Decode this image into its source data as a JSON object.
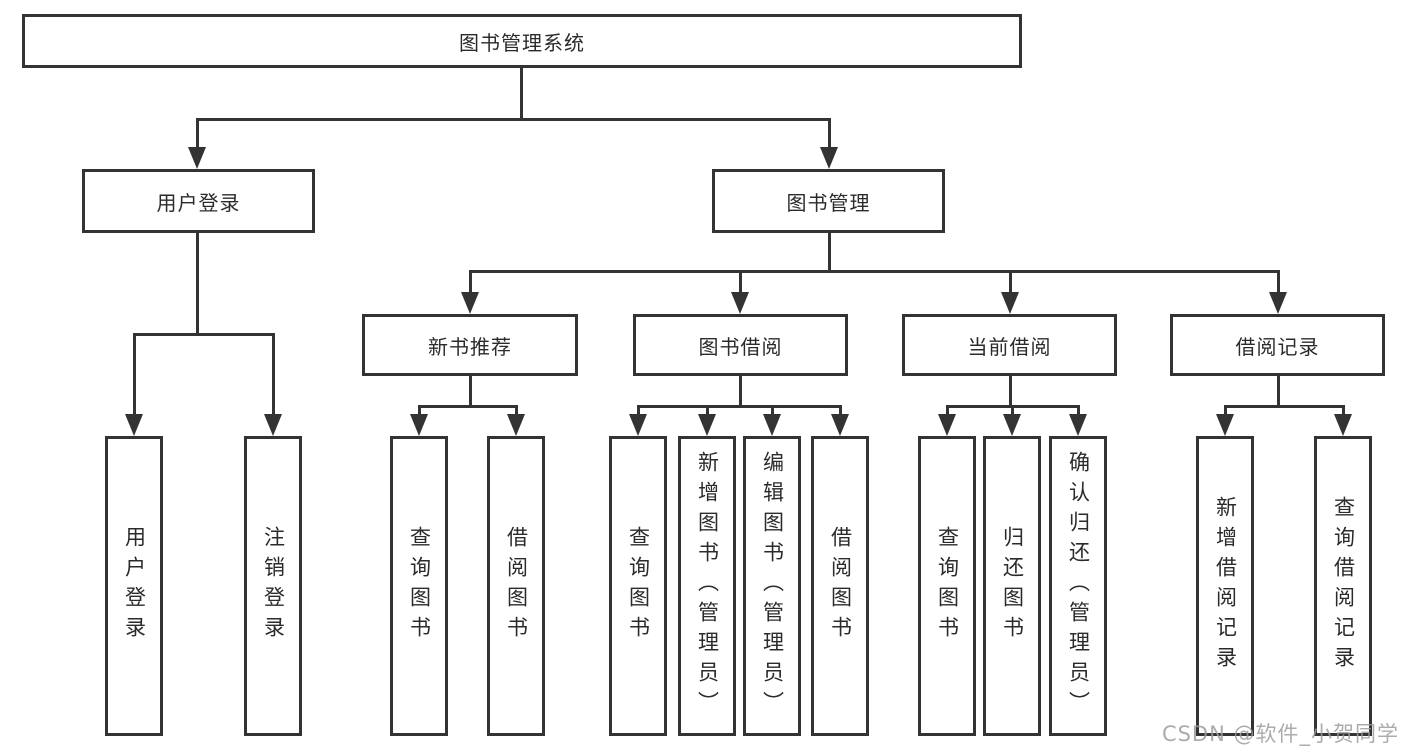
{
  "tree": {
    "label": "图书管理系统",
    "children": [
      {
        "label": "用户登录",
        "children": [
          {
            "label": "用户登录"
          },
          {
            "label": "注销登录"
          }
        ]
      },
      {
        "label": "图书管理",
        "children": [
          {
            "label": "新书推荐",
            "children": [
              {
                "label": "查询图书"
              },
              {
                "label": "借阅图书"
              }
            ]
          },
          {
            "label": "图书借阅",
            "children": [
              {
                "label": "查询图书"
              },
              {
                "label": "新增图书（管理员）"
              },
              {
                "label": "编辑图书（管理员）"
              },
              {
                "label": "借阅图书"
              }
            ]
          },
          {
            "label": "当前借阅",
            "children": [
              {
                "label": "查询图书"
              },
              {
                "label": "归还图书"
              },
              {
                "label": "确认归还（管理员）"
              }
            ]
          },
          {
            "label": "借阅记录",
            "children": [
              {
                "label": "新增借阅记录"
              },
              {
                "label": "查询借阅记录"
              }
            ]
          }
        ]
      }
    ]
  },
  "watermark": "CSDN @软件_小贺同学",
  "colors": {
    "line": "#333333",
    "box_border": "#333333",
    "text": "#2b2b2b",
    "watermark": "#9e9e9e",
    "background": "#ffffff"
  }
}
